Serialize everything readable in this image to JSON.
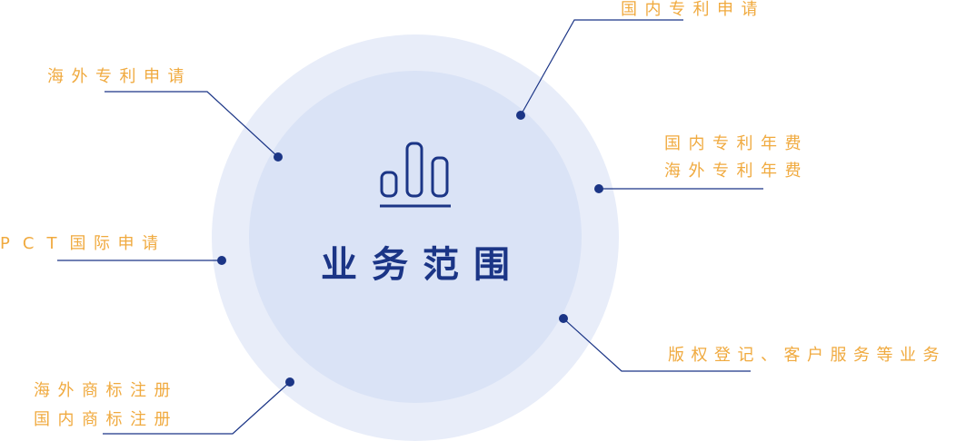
{
  "center": {
    "title": "业务范围",
    "icon": "bar-chart-icon"
  },
  "colors": {
    "accent": "#f0aa3f",
    "primary": "#1b3586",
    "outer_ring": "#e8edf9",
    "inner_circle": "#dae3f6"
  },
  "services": {
    "domestic_patent": "国内专利申请",
    "overseas_patent": "海外专利申请",
    "annual_fee_domestic": "国内专利年费",
    "annual_fee_overseas": "海外专利年费",
    "pct": "PCT国际申请",
    "copyright": "版权登记、客户服务等业务",
    "trademark_overseas": "海外商标注册",
    "trademark_domestic": "国内商标注册"
  }
}
